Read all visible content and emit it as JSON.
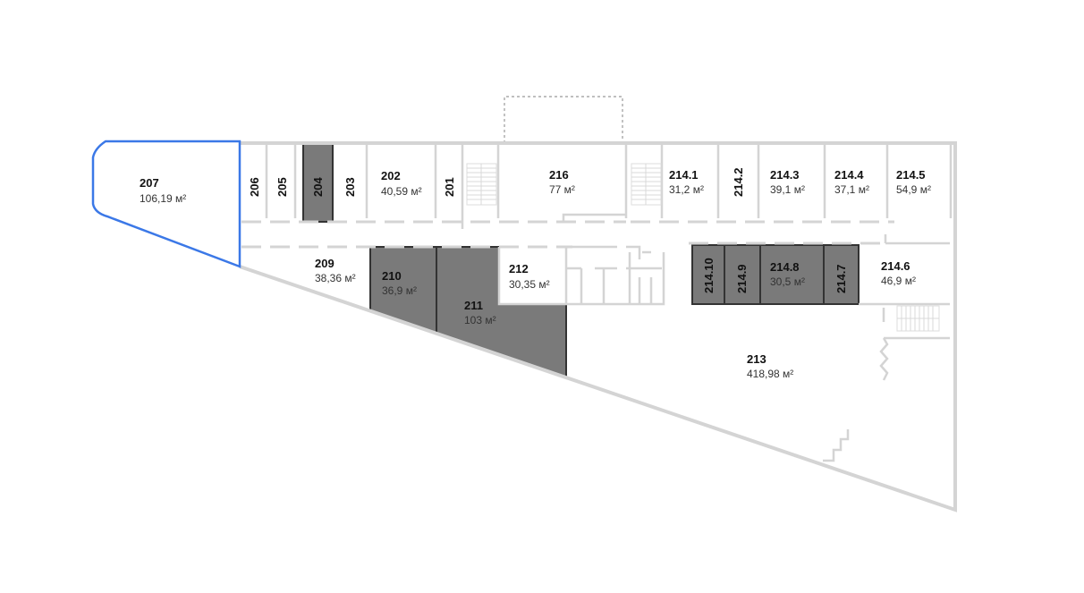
{
  "floorplan": {
    "colors": {
      "selected_outline": "#3b78e7",
      "occupied": "#7a7a7a",
      "wall": "#d4d4d4"
    },
    "rooms": {
      "r207": {
        "number": "207",
        "area": "106,19 м²",
        "status": "selected"
      },
      "r206": {
        "number": "206"
      },
      "r205": {
        "number": "205"
      },
      "r204": {
        "number": "204",
        "status": "occupied"
      },
      "r203": {
        "number": "203"
      },
      "r202": {
        "number": "202",
        "area": "40,59 м²"
      },
      "r201": {
        "number": "201"
      },
      "r216": {
        "number": "216",
        "area": "77 м²"
      },
      "r214_1": {
        "number": "214.1",
        "area": "31,2 м²"
      },
      "r214_2": {
        "number": "214.2"
      },
      "r214_3": {
        "number": "214.3",
        "area": "39,1 м²"
      },
      "r214_4": {
        "number": "214.4",
        "area": "37,1 м²"
      },
      "r214_5": {
        "number": "214.5",
        "area": "54,9 м²"
      },
      "r209": {
        "number": "209",
        "area": "38,36 м²"
      },
      "r210": {
        "number": "210",
        "area": "36,9 м²",
        "status": "occupied"
      },
      "r211": {
        "number": "211",
        "area": "103 м²",
        "status": "occupied"
      },
      "r212": {
        "number": "212",
        "area": "30,35 м²"
      },
      "r214_10": {
        "number": "214.10",
        "status": "occupied"
      },
      "r214_9": {
        "number": "214.9",
        "status": "occupied"
      },
      "r214_8": {
        "number": "214.8",
        "area": "30,5 м²",
        "status": "occupied"
      },
      "r214_7": {
        "number": "214.7",
        "status": "occupied"
      },
      "r214_6": {
        "number": "214.6",
        "area": "46,9 м²"
      },
      "r213": {
        "number": "213",
        "area": "418,98 м²"
      }
    }
  }
}
